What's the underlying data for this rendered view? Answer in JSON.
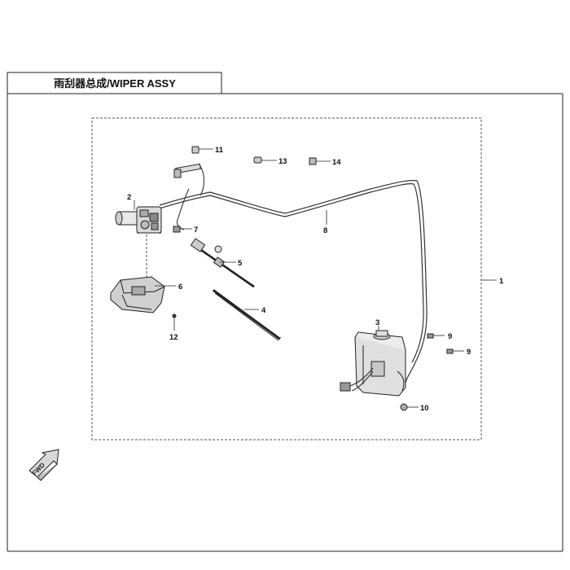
{
  "header": {
    "title": "雨刮器总成/WIPER ASSY"
  },
  "direction_label": "FWD",
  "callouts": {
    "c1": "1",
    "c2": "2",
    "c3": "3",
    "c4": "4",
    "c5": "5",
    "c6": "6",
    "c7": "7",
    "c8": "8",
    "c9a": "9",
    "c9b": "9",
    "c10": "10",
    "c11": "11",
    "c12": "12",
    "c13": "13",
    "c14": "14"
  }
}
